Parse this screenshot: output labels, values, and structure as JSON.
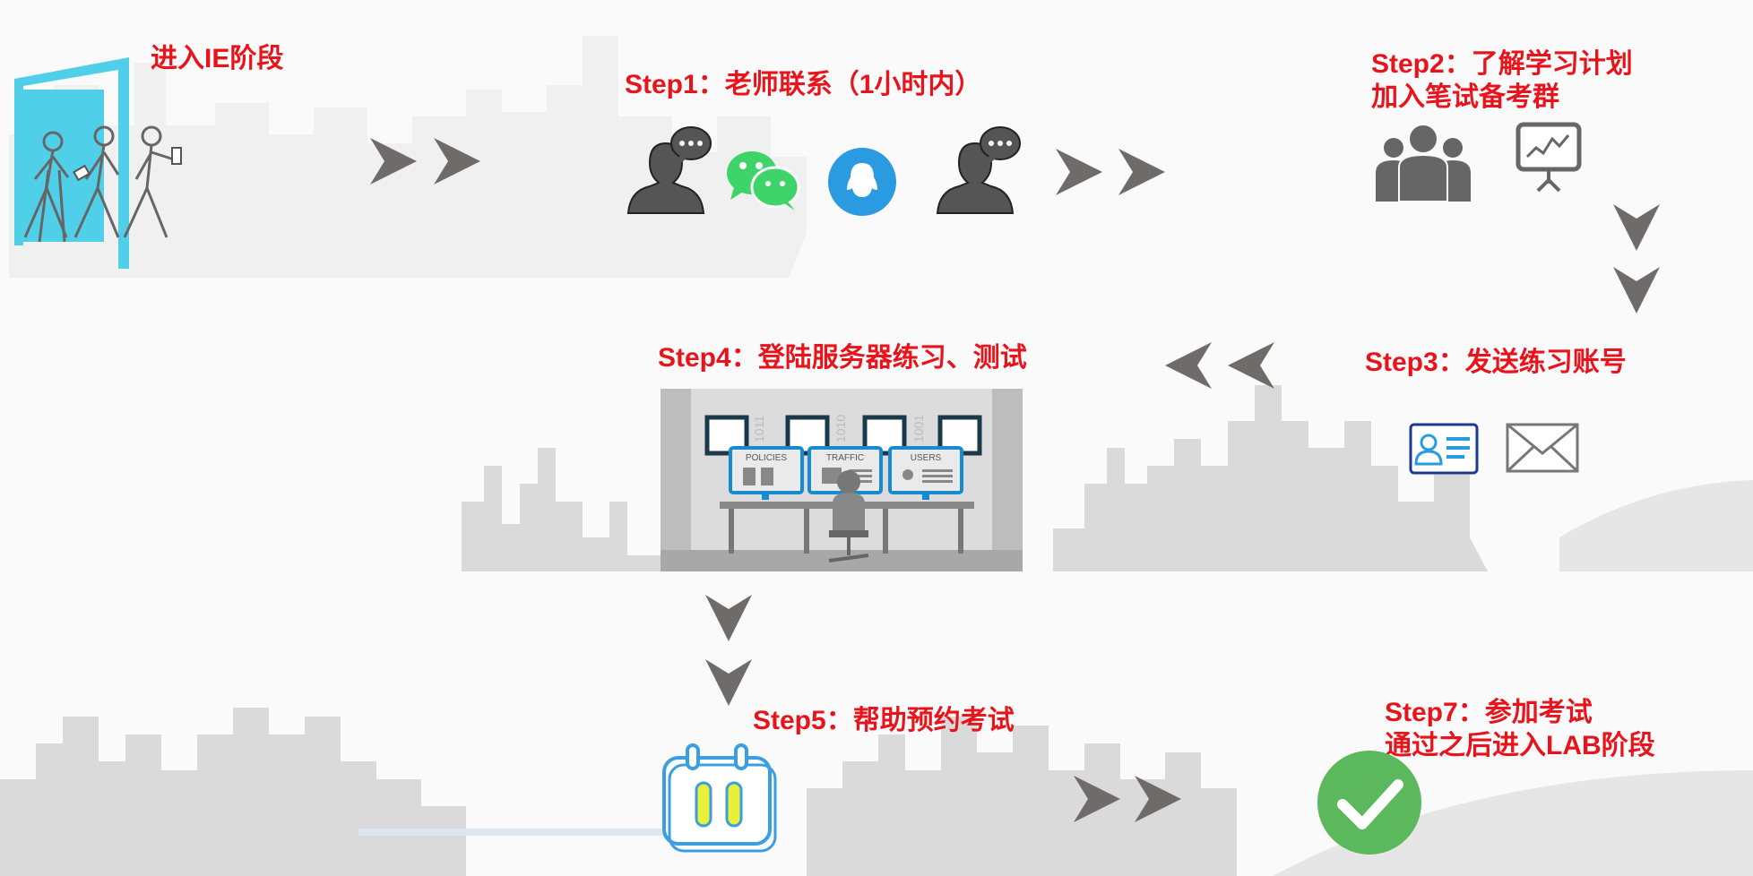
{
  "steps": {
    "enter": {
      "label": "进入IE阶段"
    },
    "step1": {
      "label": "Step1：老师联系（1小时内）"
    },
    "step2": {
      "line1": "Step2：了解学习计划",
      "line2": "加入笔试备考群"
    },
    "step3": {
      "label": "Step3：发送练习账号"
    },
    "step4": {
      "label": "Step4：登陆服务器练习、测试"
    },
    "step5": {
      "label": "Step5：帮助预约考试"
    },
    "step7": {
      "line1": "Step7：参加考试",
      "line2": "通过之后进入LAB阶段"
    }
  },
  "screens": {
    "s1": "POLICIES",
    "s2": "TRAFFIC",
    "s3": "USERS"
  },
  "binary": {
    "b1": "1011",
    "b2": "1010",
    "b3": "1001"
  },
  "colors": {
    "label": "#e8141c",
    "arrow": "#6f6b6b",
    "door": "#4fcfe8",
    "wechat": "#3fd46a",
    "qq": "#2a9be0",
    "check": "#5cb85c",
    "calendar": "#3a9ee0",
    "calendar_bar": "#e8f03a"
  },
  "icons": [
    "door-people-icon",
    "person-chat-icon",
    "wechat-icon",
    "qq-icon",
    "team-icon",
    "presentation-icon",
    "id-card-icon",
    "envelope-icon",
    "server-room-icon",
    "calendar-icon",
    "check-icon",
    "chevron-arrow-icon"
  ]
}
